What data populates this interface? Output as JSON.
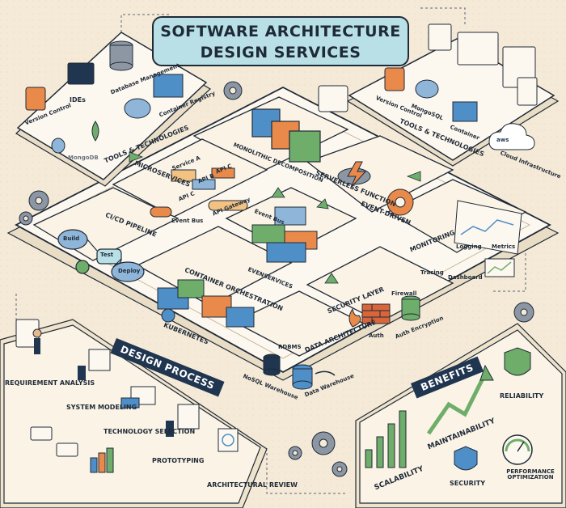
{
  "title": {
    "line1": "SOFTWARE ARCHITECTURE",
    "line2": "DESIGN SERVICES"
  },
  "tools_left": {
    "heading": "TOOLS & TECHNOLOGIES",
    "items": [
      "Version Control",
      "IDEs",
      "Database Management",
      "Container Registry",
      "MongoDB"
    ]
  },
  "tools_right": {
    "heading": "TOOLS & TECHNOLOGIES",
    "items": [
      "Version Control",
      "MongoSQL",
      "Container",
      "Cloud Infrastructure",
      "aws"
    ]
  },
  "monolithic": {
    "label": "MONOLITHIC DECOMPOSITION"
  },
  "microservices": {
    "heading": "MICROSERVICES",
    "labels": [
      "Service A",
      "API B",
      "API C",
      "API C",
      "Event Bus",
      "API Gateway"
    ]
  },
  "serverless": {
    "heading": "SERVERLESS FUNCTION",
    "event_driven": "EVENT-DRIVEN"
  },
  "event_bus": "Event Bus",
  "center": {
    "label": "EVENSERVICES"
  },
  "cicd": {
    "heading": "CI/CD PIPELINE",
    "steps": [
      "Build",
      "Test",
      "Deploy"
    ]
  },
  "monitoring": {
    "heading": "MONITORING",
    "items": [
      "Logging",
      "Metrics",
      "Tracing",
      "Dashboard"
    ]
  },
  "container_orch": {
    "heading": "CONTAINER ORCHESTRATION",
    "sub": "KUBERNETES"
  },
  "security_layer": {
    "heading": "SECURITY LAYER",
    "items": [
      "Firewall",
      "Auth",
      "Auth Encryption"
    ]
  },
  "data_arch": {
    "heading": "DATA ARCHITECTURE",
    "items": [
      "RDBMS",
      "NoSQL Warehouse",
      "Data Warehouse"
    ]
  },
  "design_process": {
    "heading": "DESIGN PROCESS",
    "steps": [
      "REQUIREMENT ANALYSIS",
      "SYSTEM MODELING",
      "TECHNOLOGY SELECTION",
      "PROTOTYPING",
      "ARCHITECTURAL REVIEW"
    ]
  },
  "benefits": {
    "heading": "BENEFITS",
    "items": [
      "SCALABILITY",
      "MAINTAINABILITY",
      "RELIABILITY",
      "SECURITY",
      "PERFORMANCE OPTIMIZATION"
    ]
  },
  "colors": {
    "background": "#f5ead7",
    "outline": "#1f2a38",
    "title_fill": "#b9e0e6",
    "blue": "#4f8fc7",
    "orange": "#e9894a",
    "green": "#6fae6a",
    "panel": "#fdf8ef",
    "ribbon": "#1f3550",
    "gear": "#8c97a3"
  },
  "icons": [
    "git-icon",
    "terminal-icon",
    "database-icon",
    "container-icon",
    "elephant-icon",
    "mongodb-leaf-icon",
    "gear-icon",
    "lightning-icon",
    "cloud-icon",
    "shield-icon",
    "padlock-icon",
    "brick-wall-icon",
    "flame-icon",
    "gauge-icon",
    "document-icon",
    "person-icon",
    "chart-icon",
    "monitor-icon",
    "code-icon"
  ]
}
